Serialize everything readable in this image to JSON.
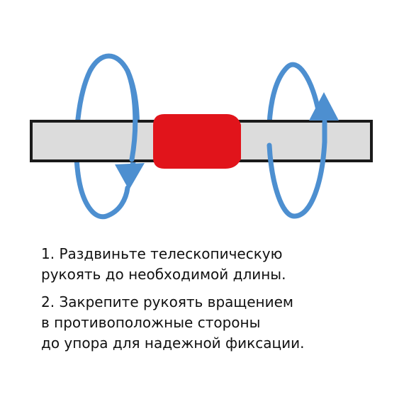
{
  "colors": {
    "rotation_arrow": "#4d8fd0",
    "tube_fill": "#dcdcdc",
    "tube_outline": "#1a1a1a",
    "clamp": "#e1141b",
    "text": "#111111"
  },
  "instructions": {
    "step1": {
      "line1": "1. Раздвиньте телескопическую",
      "line2": "рукоять до необходимой длины."
    },
    "step2": {
      "line1": "2. Закрепите рукоять вращением",
      "line2": "в противоположные стороны",
      "line3": "до упора для надежной фиксации."
    }
  }
}
